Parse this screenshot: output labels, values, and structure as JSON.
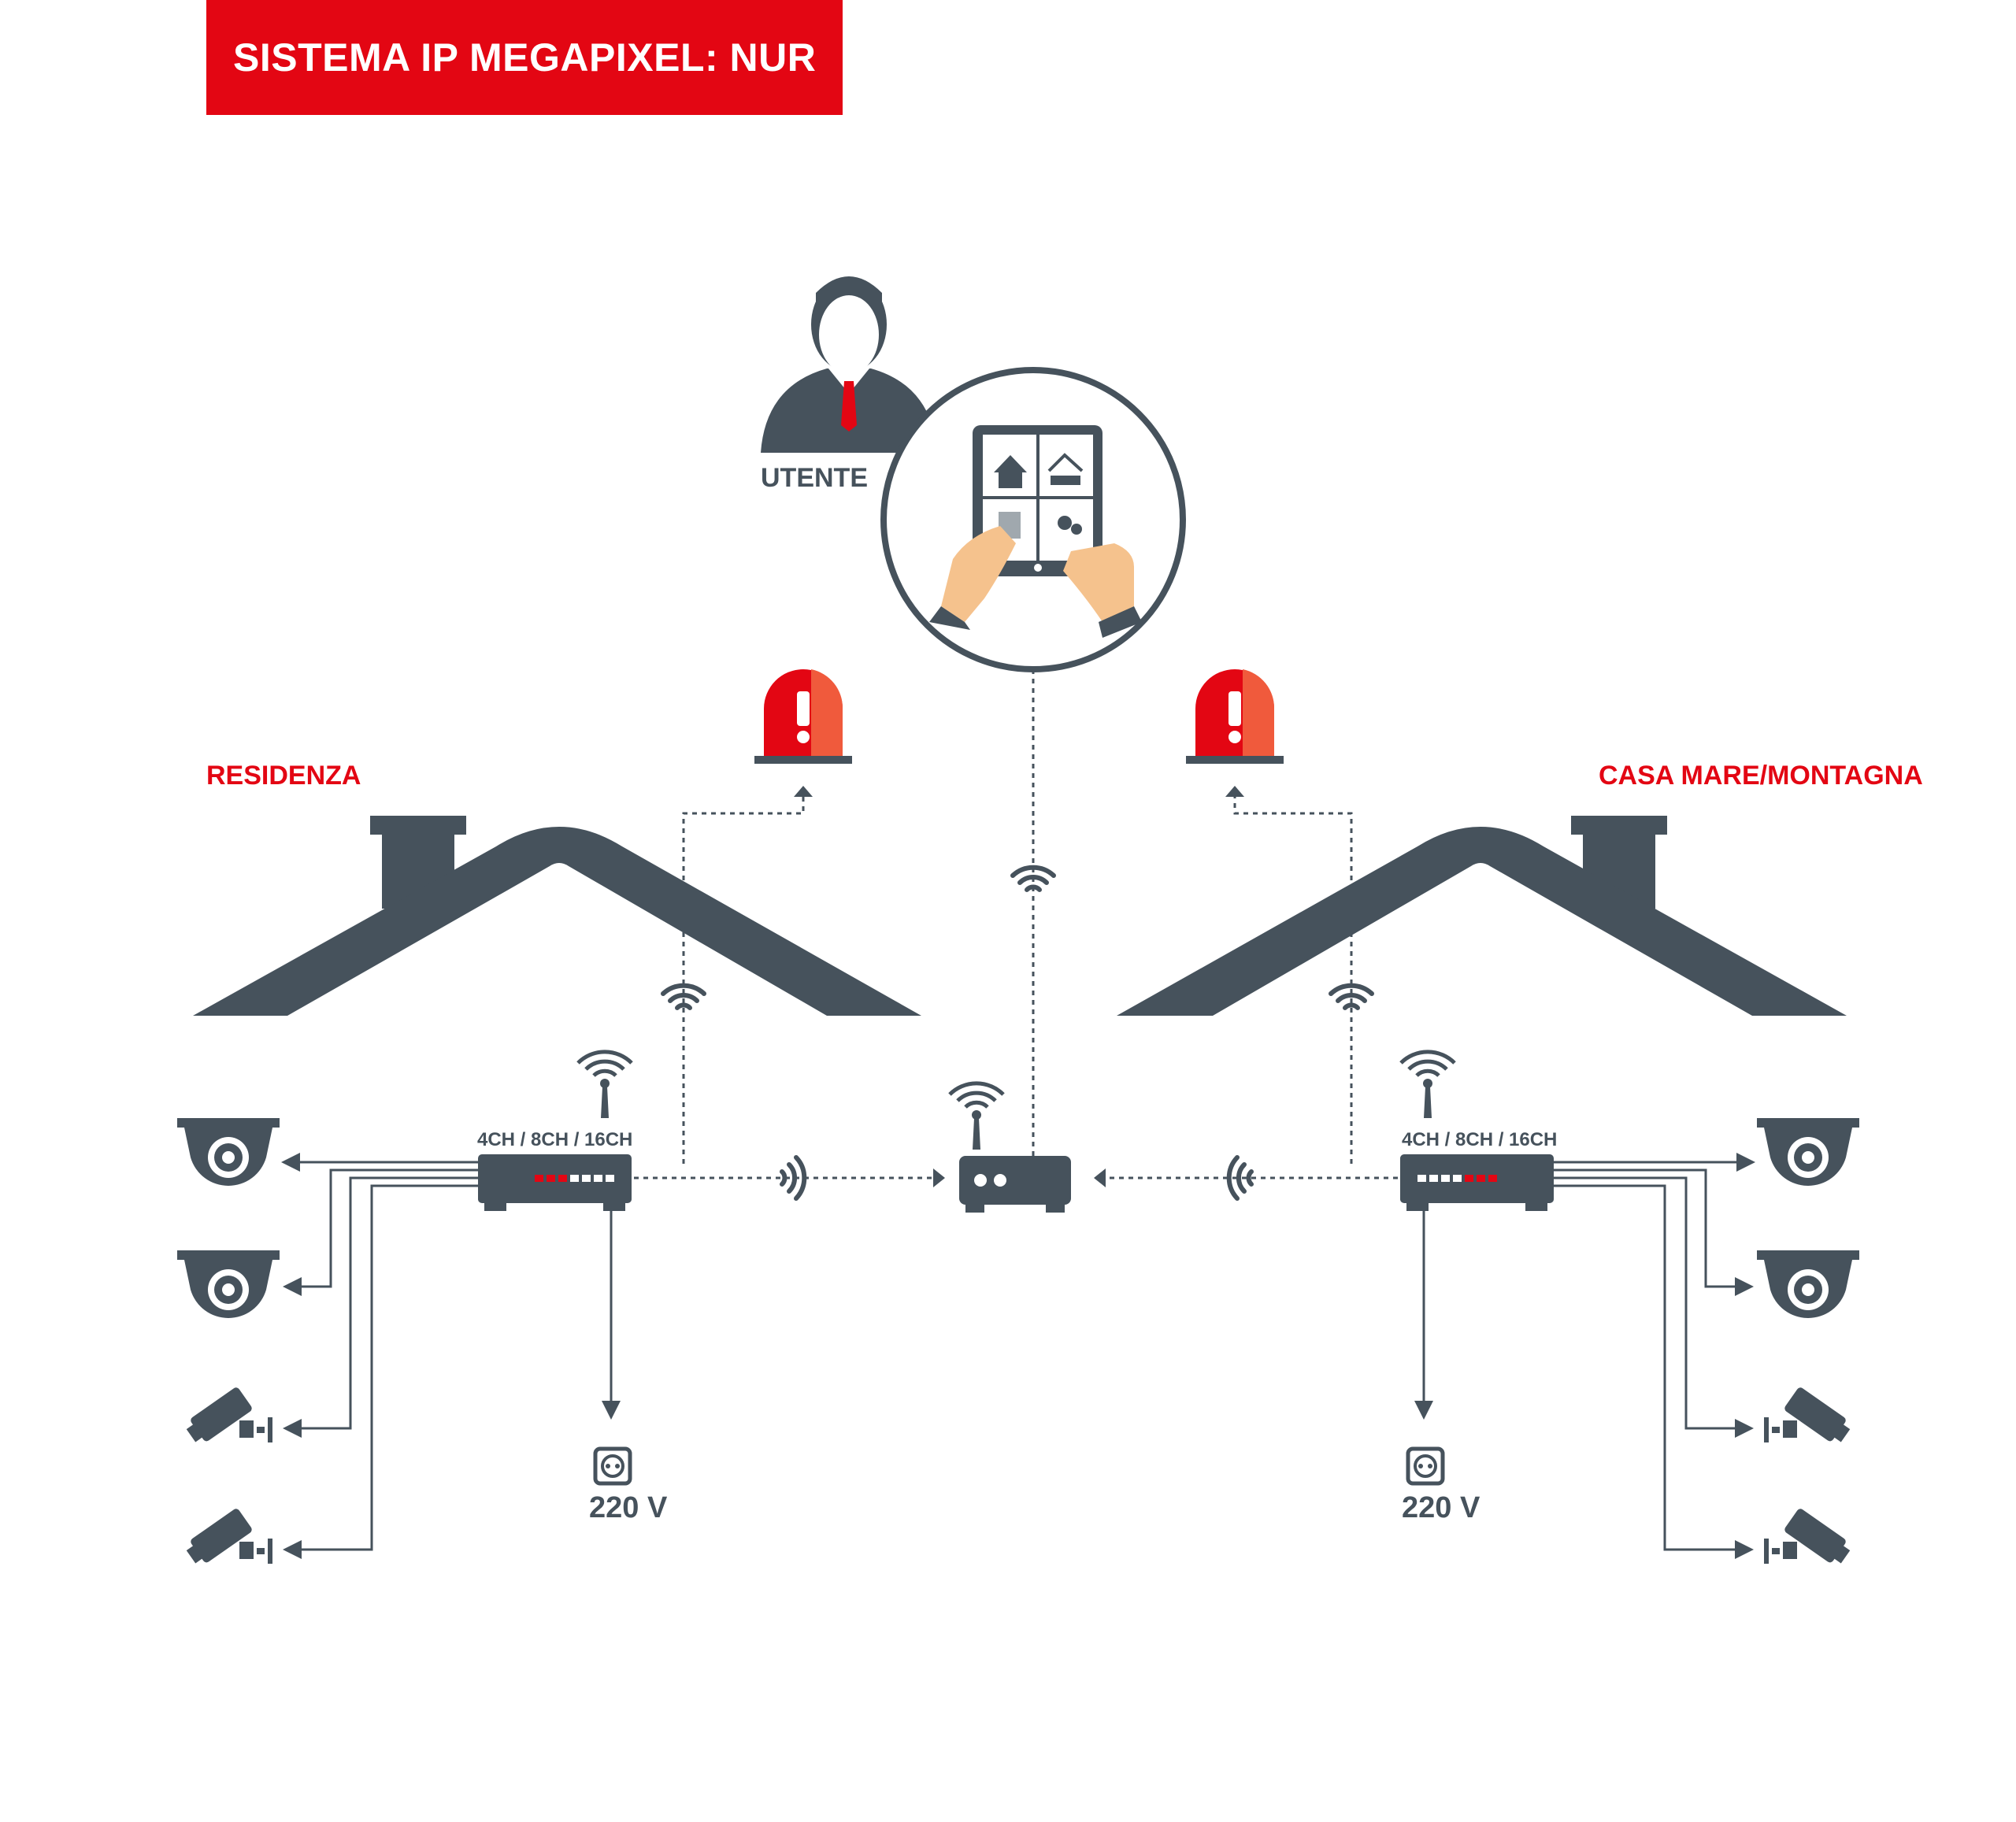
{
  "title": "SISTEMA IP MEGAPIXEL: NUR",
  "labels": {
    "user": "UTENTE",
    "left_house": "RESIDENZA",
    "right_house": "CASA MARE/MONTAGNA",
    "nvr_left": "4CH / 8CH / 16CH",
    "nvr_right": "4CH / 8CH / 16CH",
    "power_left": "220 V",
    "power_right": "220 V"
  },
  "colors": {
    "accent": "#e30613",
    "dark": "#46525c",
    "skin": "#f5c28d"
  },
  "icons": {
    "user": "user-icon",
    "tablet": "tablet-icon",
    "siren": "siren-icon",
    "router": "router-icon",
    "nvr": "nvr-icon",
    "dome_camera": "dome-camera-icon",
    "bullet_camera": "bullet-camera-icon",
    "socket": "power-socket-icon",
    "wifi": "wifi-icon"
  }
}
